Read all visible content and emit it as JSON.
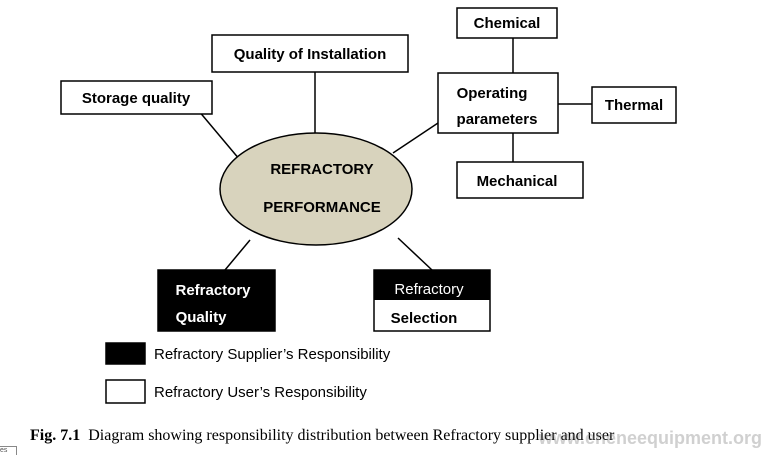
{
  "diagram": {
    "center": {
      "line1": "REFRACTORY",
      "line2": "PERFORMANCE",
      "fill": "#d8d3bd"
    },
    "boxes": {
      "storage": "Storage quality",
      "installation": "Quality of Installation",
      "operating_line1": "Operating",
      "operating_line2": "parameters",
      "chemical": "Chemical",
      "thermal": "Thermal",
      "mechanical": "Mechanical",
      "quality_line1": "Refractory",
      "quality_line2": "Quality",
      "selection_line1": "Refractory",
      "selection_line2": "Selection"
    },
    "legend": {
      "supplier": "Refractory Supplier’s Responsibility",
      "user": "Refractory User’s Responsibility"
    }
  },
  "caption": {
    "label": "Fig.  7.1",
    "text": "Diagram showing responsibility distribution between Refractory supplier and user"
  },
  "watermark": "www.eneneequipment.org",
  "corner_text": "es"
}
